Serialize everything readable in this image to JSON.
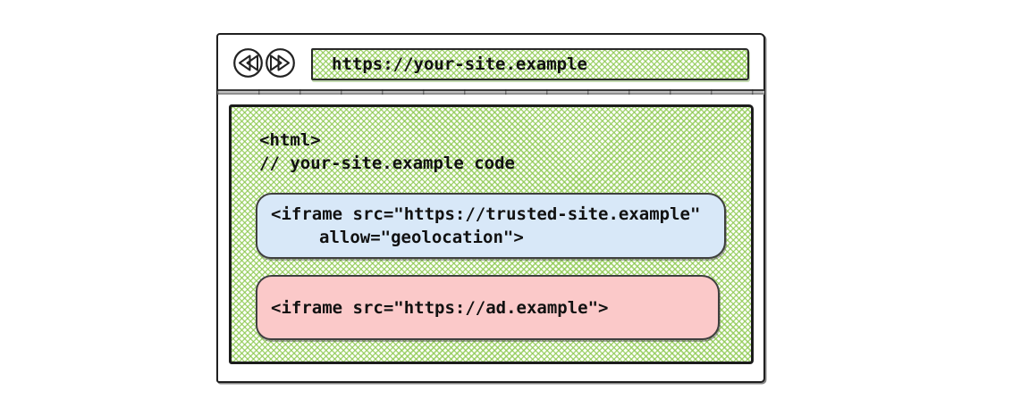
{
  "browser": {
    "url": "https://your-site.example",
    "back_button_label": "back",
    "forward_button_label": "forward"
  },
  "page_code": {
    "html_open": "<html>",
    "comment": "// your-site.example code"
  },
  "trusted_iframe": {
    "line1": "<iframe src=\"https://trusted-site.example\"",
    "line2": "allow=\"geolocation\">"
  },
  "ad_iframe": {
    "line1": "<iframe src=\"https://ad.example\">"
  },
  "icons": {
    "back": "double-left-arrow-icon",
    "forward": "double-right-arrow-icon"
  },
  "colors": {
    "hatch_green": "#8cc84f",
    "trusted_fill": "#d8e8f8",
    "ad_fill": "#fbc9c9",
    "window_border": "#1f1f1f",
    "box_border": "#3f3f3f",
    "code_text": "#111111"
  }
}
